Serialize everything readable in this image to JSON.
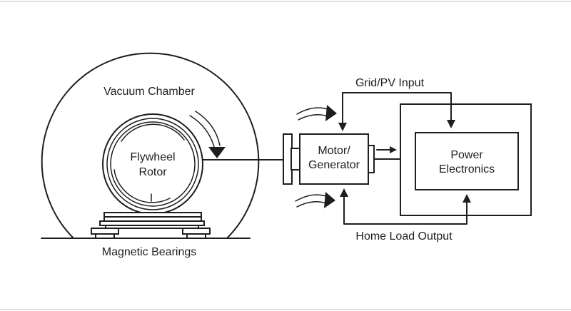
{
  "labels": {
    "vacuum_chamber": "Vacuum Chamber",
    "flywheel_line1": "Flywheel",
    "flywheel_line2": "Rotor",
    "magnetic_bearings": "Magnetic Bearings",
    "motor_line1": "Motor/",
    "motor_line2": "Generator",
    "power_line1": "Power",
    "power_line2": "Electronics",
    "grid_input": "Grid/PV Input",
    "home_output": "Home Load Output"
  },
  "colors": {
    "line": "#1e1e1e",
    "background": "#ffffff",
    "frame": "#d6d6d6"
  }
}
